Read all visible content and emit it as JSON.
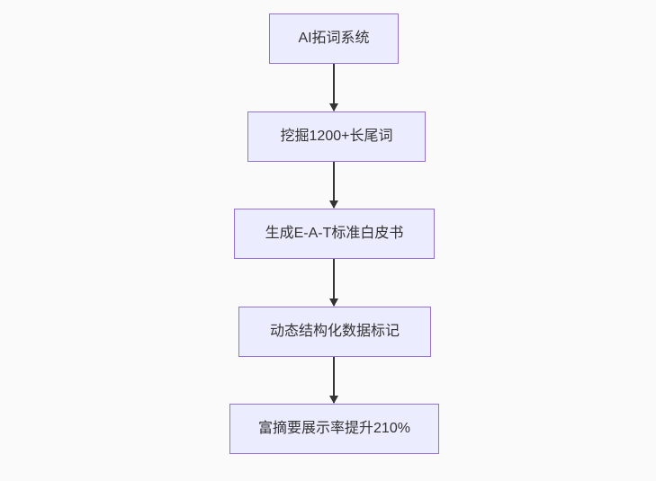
{
  "flowchart": {
    "type": "flowchart-top-down",
    "colors": {
      "background": "#fafafa",
      "node_fill": "#ECECFF",
      "node_border": "#9370DB",
      "node_text": "#333333",
      "arrow": "#333333"
    },
    "nodes": [
      {
        "id": "node-1",
        "label": "AI拓词系统"
      },
      {
        "id": "node-2",
        "label": "挖掘1200+长尾词"
      },
      {
        "id": "node-3",
        "label": "生成E-A-T标准白皮书"
      },
      {
        "id": "node-4",
        "label": "动态结构化数据标记"
      },
      {
        "id": "node-5",
        "label": "富摘要展示率提升210%"
      }
    ],
    "edges": [
      {
        "from": "node-1",
        "to": "node-2"
      },
      {
        "from": "node-2",
        "to": "node-3"
      },
      {
        "from": "node-3",
        "to": "node-4"
      },
      {
        "from": "node-4",
        "to": "node-5"
      }
    ]
  }
}
